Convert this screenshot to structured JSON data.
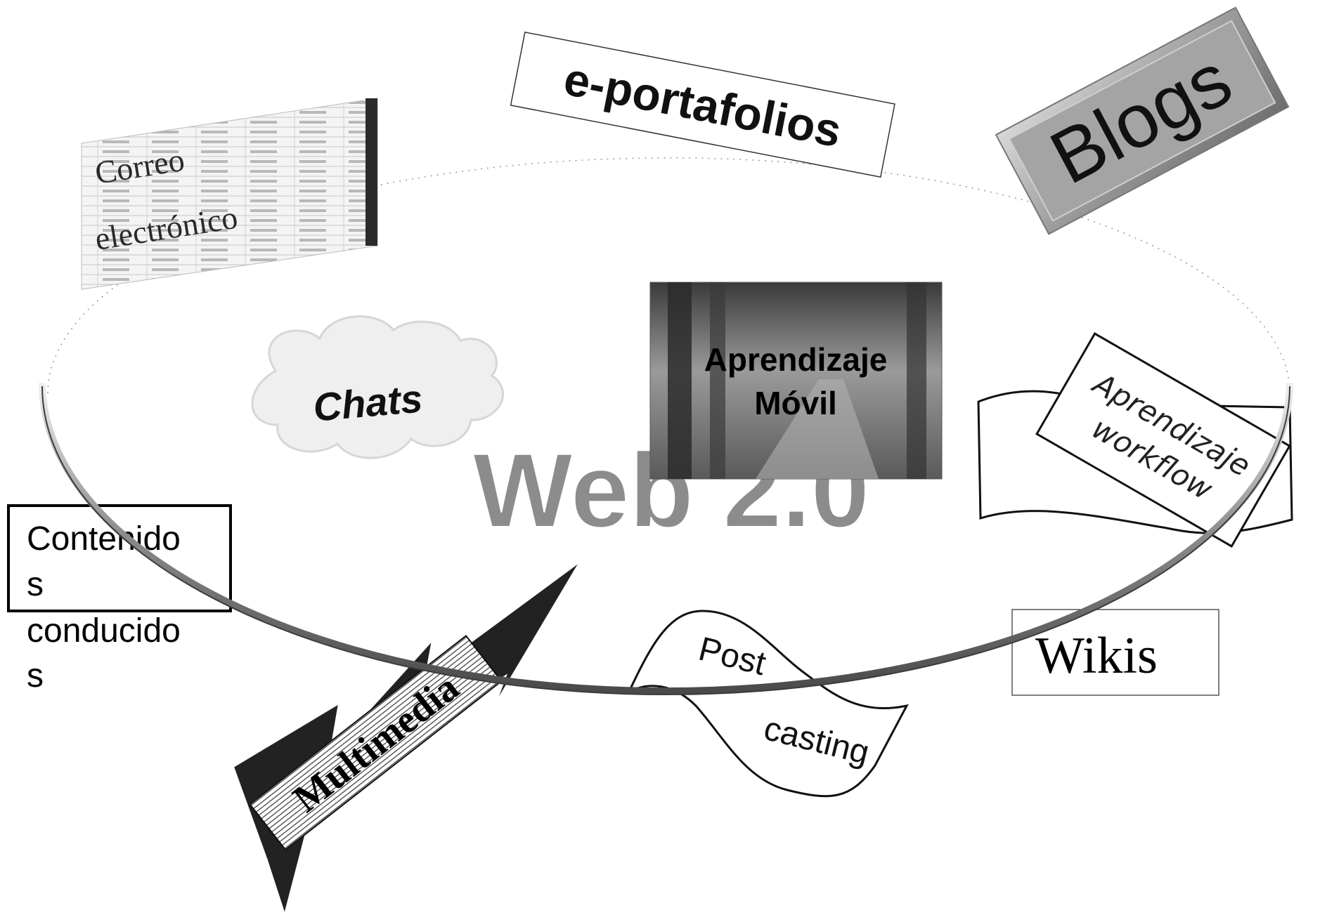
{
  "diagram": {
    "center_label": "Web 2.0",
    "nodes": {
      "correo": {
        "line1": "Correo",
        "line2": "electrónico"
      },
      "eportafolios": {
        "label": "e-portafolios"
      },
      "blogs": {
        "label": "Blogs"
      },
      "chats": {
        "label": "Chats"
      },
      "aprendizaje_movil": {
        "line1": "Aprendizaje",
        "line2": "Móvil"
      },
      "workflow": {
        "line1": "Aprendizaje",
        "line2": "workflow"
      },
      "contenidos": {
        "line1": "Contenido",
        "line2": "s",
        "line3": "conducido",
        "line4": "s"
      },
      "multimedia": {
        "label": "Multimedia"
      },
      "postcasting": {
        "line1": "Post",
        "line2": "casting"
      },
      "wikis": {
        "label": "Wikis"
      }
    }
  }
}
